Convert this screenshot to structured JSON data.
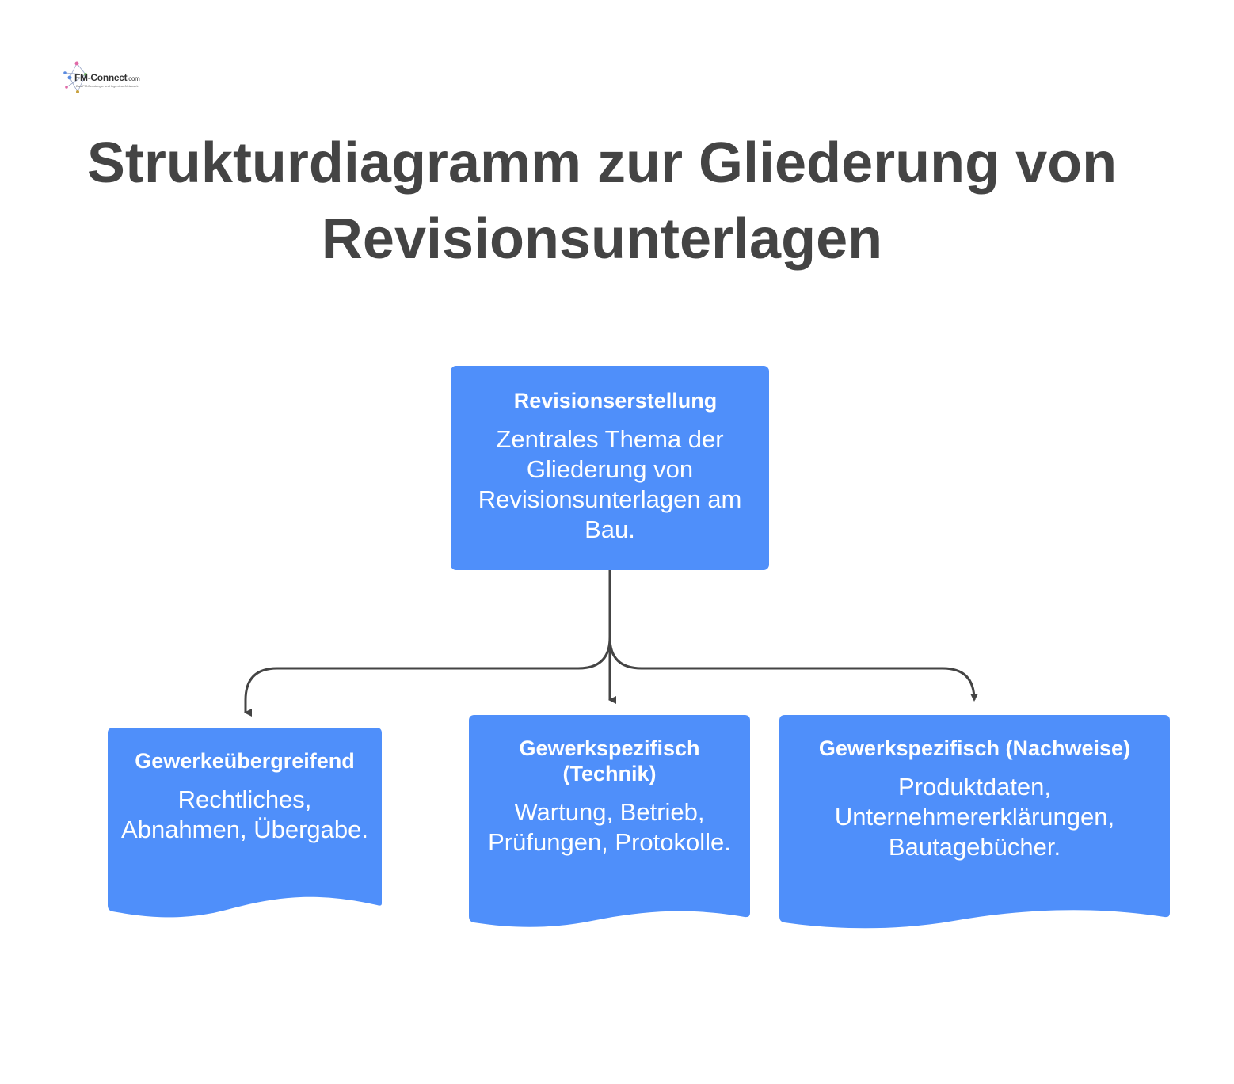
{
  "logo": {
    "name": "FM-Connect",
    "suffix": ".com",
    "tagline": "Das FM-Beratungs- und Ingenieur-Netzwerk"
  },
  "title": {
    "line1": "Strukturdiagramm zur Gliederung von",
    "line2": "Revisionsunterlagen"
  },
  "colors": {
    "node": "#4f8ffa",
    "connector": "#444444",
    "title": "#444444",
    "background": "#ffffff"
  },
  "diagram": {
    "root": {
      "title": "Revisionserstellung",
      "description": "Zentrales Thema der Gliederung von Revisionsunterlagen am Bau."
    },
    "children": [
      {
        "title": "Gewerkeübergreifend",
        "description": "Rechtliches, Abnahmen, Übergabe."
      },
      {
        "title": "Gewerkspezifisch (Technik)",
        "description": "Wartung, Betrieb, Prüfungen, Protokolle."
      },
      {
        "title": "Gewerkspezifisch (Nachweise)",
        "description": "Produktdaten, Unternehmererklärungen, Bautagebücher."
      }
    ]
  }
}
